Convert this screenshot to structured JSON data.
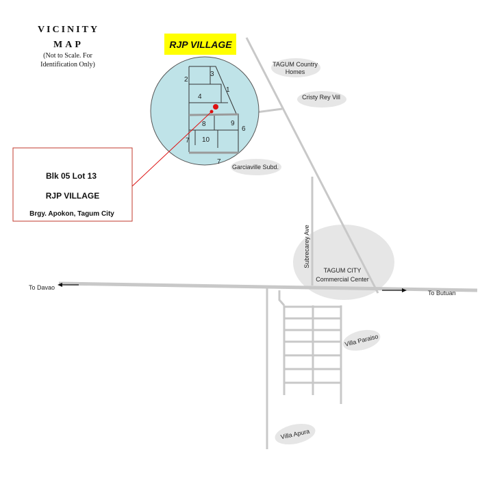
{
  "title": {
    "line1": "VICINITY",
    "line2": "MAP",
    "note1": "(Not to Scale. For",
    "note2": "Identification Only)"
  },
  "village_badge": "RJP VILLAGE",
  "location_box": {
    "line1": "Blk 05  Lot 13",
    "line2": "RJP VILLAGE",
    "line3": "Brgy. Apokon, Tagum City"
  },
  "lots": {
    "l1": "1",
    "l2": "2",
    "l3": "3",
    "l4": "4",
    "l6": "6",
    "l7a": "7",
    "l7b": "7",
    "l8": "8",
    "l9": "9",
    "l10": "10"
  },
  "places": {
    "tagum_country_1": "TAGUM Country",
    "tagum_country_2": "Homes",
    "cristy_rey": "Cristy Rey Vill",
    "garciaville": "Garciaville Subd.",
    "subrecarey": "Subrecarey Ave",
    "commercial_1": "TAGUM CITY",
    "commercial_2": "Commercial Center",
    "to_davao": "To Davao",
    "to_butuan": "To Butuan",
    "villa_paraiso": "Villa Paraiso",
    "villa_apura": "Villa Apura"
  },
  "colors": {
    "badge_bg": "#ffff00",
    "circle_fill": "#bfe3e8",
    "marker": "#dd1111",
    "box_border": "#c0392b",
    "road": "#c8c8c8"
  },
  "icons": [
    "arrow-left-icon",
    "arrow-right-icon",
    "location-marker-icon"
  ]
}
